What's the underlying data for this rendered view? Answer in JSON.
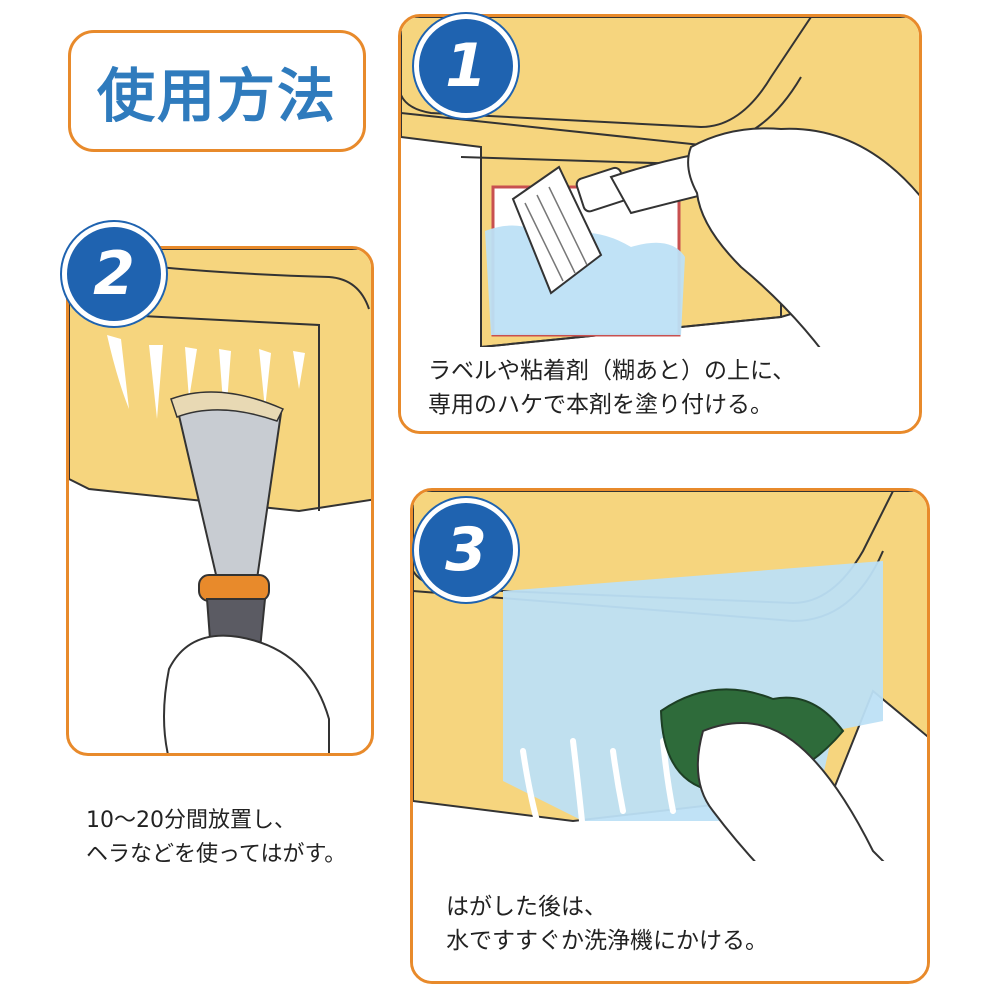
{
  "title": "使用方法",
  "steps": [
    {
      "number": "1",
      "lines": [
        "ラベルや粘着剤（糊あと）の上に、",
        "専用のハケで本剤を塗り付ける。"
      ]
    },
    {
      "number": "2",
      "lines": [
        "10～20分間放置し、",
        "ヘラなどを使ってはがす。"
      ]
    },
    {
      "number": "3",
      "lines": [
        "はがした後は、",
        "水ですすぐか洗浄機にかける。"
      ]
    }
  ],
  "colors": {
    "frame": "#e88a2b",
    "badge": "#1f63b0",
    "title": "#2f7bbd",
    "container": "#f6d57e",
    "liquid": "#bde0f5",
    "sponge": "#2e6b3a"
  },
  "icons": {
    "step1": "brush-icon",
    "step2": "scraper-icon",
    "step3": "sponge-icon"
  }
}
